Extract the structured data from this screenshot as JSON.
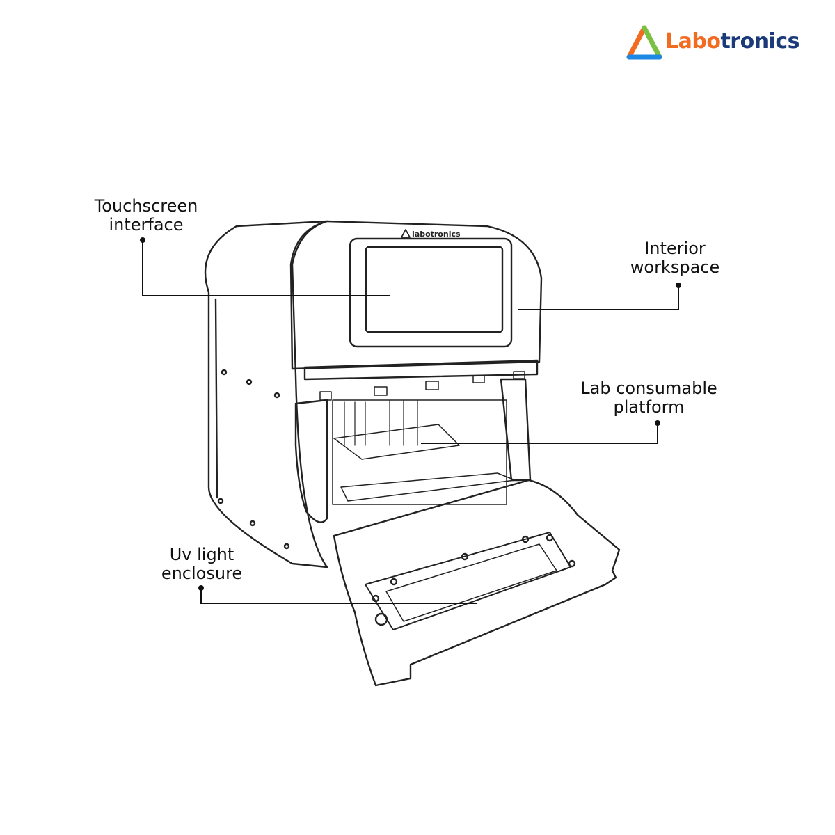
{
  "brand": {
    "name_part1": "Labo",
    "name_part2": "tronics",
    "device_badge": "labotronics",
    "colors": {
      "orange": "#f26b21",
      "navy": "#1b3a7a",
      "green": "#7ac143",
      "blue": "#1e88e5",
      "yellow": "#f7c21a"
    }
  },
  "callouts": {
    "touchscreen": {
      "line1": "Touchscreen",
      "line2": "interface"
    },
    "interior": {
      "line1": "Interior",
      "line2": "workspace"
    },
    "platform": {
      "line1": "Lab consumable",
      "line2": "platform"
    },
    "uv": {
      "line1": "Uv light",
      "line2": "enclosure"
    }
  },
  "icons": [
    "logo-triangle-icon",
    "badge-triangle-icon"
  ]
}
